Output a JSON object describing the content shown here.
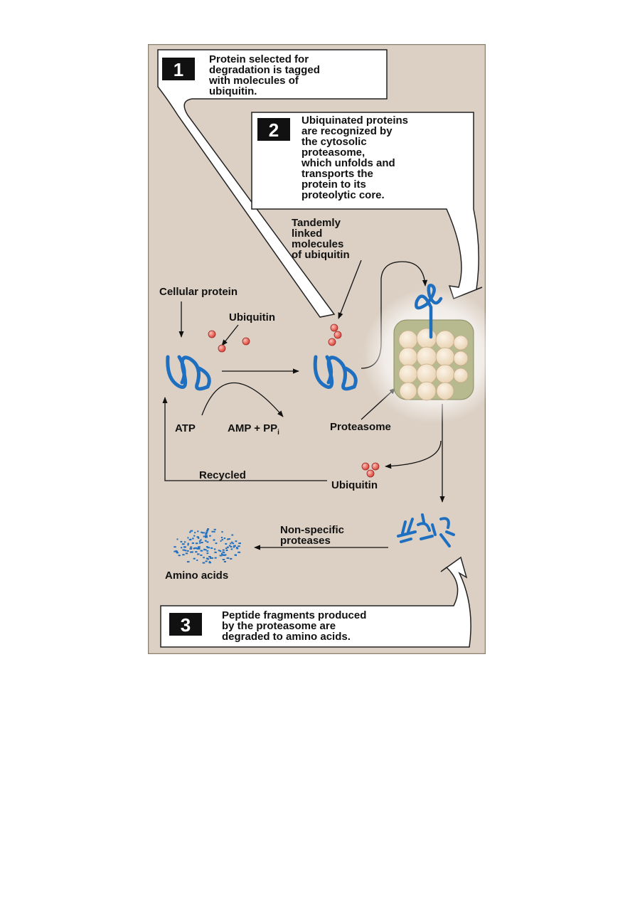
{
  "steps": [
    {
      "number": "1",
      "lines": [
        "Protein selected for",
        "degradation is tagged",
        "with molecules of",
        "ubiquitin."
      ]
    },
    {
      "number": "2",
      "lines": [
        "Ubiquinated proteins",
        "are recognized by",
        "the cytosolic",
        "proteasome,",
        "which unfolds and",
        "transports the",
        "protein to its",
        "proteolytic core."
      ]
    },
    {
      "number": "3",
      "lines": [
        "Peptide fragments produced",
        "by the proteasome are",
        "degraded to amino acids."
      ]
    }
  ],
  "labels": {
    "tandemly_linked": [
      "Tandemly",
      "linked",
      "molecules",
      "of ubiquitin"
    ],
    "cellular_protein": "Cellular protein",
    "ubiquitin": "Ubiquitin",
    "atp": "ATP",
    "amp_pp": "AMP + PP",
    "amp_pp_sub": "i",
    "proteasome": "Proteasome",
    "recycled": "Recycled",
    "ubiquitin_recycled": "Ubiquitin",
    "non_specific_proteases": [
      "Non-specific",
      "proteases"
    ],
    "amino_acids": "Amino acids"
  },
  "colors": {
    "panel_background": "#dcd0c4",
    "protein_blue": "#1f6fc1",
    "ubiquitin_red": "#e2584a",
    "proteasome_cream": "#f3e3cc",
    "proteasome_green": "#b7b98e",
    "step_box_black": "#111111"
  }
}
